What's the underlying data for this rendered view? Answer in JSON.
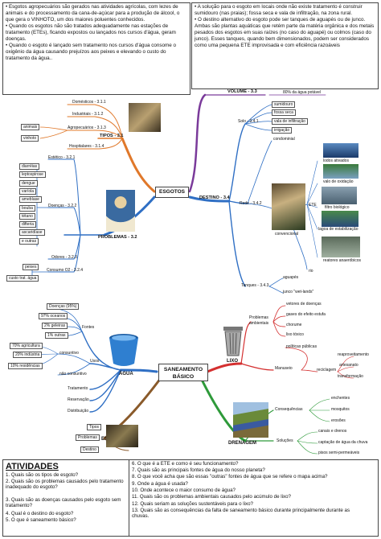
{
  "top_left": [
    "• Esgotos agropecuários são gerados nas atividades agrícolas, com lezes de animais e do processamento da cana-de-açúcar para a produção de álcool, o que gera o VINHOTO, um dos maiores poluentes conhecidos.",
    "• Quando os esgotos não são tratados adequadamente nas estações de tratamento (ETEs), ficando expostos ou lançados nos cursos d'água, geram doenças.",
    "• Quando o esgoto é lançado sem tratamento nos cursos d'água consome o oxigênio da água causando prejuízos aos peixes e elevando o custo do tratamento da água.."
  ],
  "top_right": [
    "• A solução para o esgoto em locais onde não existe tratamento é construir sumidouro (nas praias); fossa seca e vala de infiltração, na zona rural.",
    "• O destino alternativo do esgoto pode ser tanques de aguapés ou de junco. Ambas são plantas aquáticas que retém parte da matéria orgânica e dos metais pesados dos esgotos em suas raízes (no caso do aguapé) ou colmos (caso do junco). Esses tanques, quando bem dimensionados, podem ser considerados como uma pequena ETE improvisada e com eficiência razoáveis"
  ],
  "map1": {
    "center": "ESGOTOS",
    "volume": {
      "label": "VOLUME - 3.3",
      "value": "80% da água potável"
    },
    "tipos": {
      "label": "TIPOS - 3.1",
      "items": [
        "Domésticos - 3.1.1",
        "Industriais - 3.1.2",
        "Agropecuários - 3.1.3",
        "Hospitalares - 3.1.4"
      ],
      "sub": [
        "animais",
        "vinhoto"
      ]
    },
    "problemas": {
      "label": "PROBLEMAS - 3.2",
      "esteticos": "Estético - 3.2.1",
      "doencas": "Doenças - 3.2.2",
      "doencas_list": [
        "diarréias",
        "leptospirose",
        "dengue",
        "varíola",
        "amebíase",
        "bouba",
        "tétano",
        "difteria",
        "ascaridíase",
        "e outras"
      ],
      "odores": "Odores - 3.2.3",
      "consumo": "Consumo O2 - 3.2.4",
      "consumo_sub": [
        "peixes",
        "custo trat. água"
      ]
    },
    "destino": {
      "label": "DESTINO - 3.4",
      "solo": "Solo - 3.4.1",
      "solo_list": [
        "sumidouro",
        "fossa seca",
        "vala de infiltração",
        "irrigação"
      ],
      "condominial": "condominial",
      "rede": "Rede - 3.4.2",
      "ete": "ETE",
      "ete_list": [
        "lodos ativados",
        "valo de oxidação",
        "filtro biológico",
        "lagoa de estabilização",
        "reatores anaeróbicos"
      ],
      "convencional": "convencional",
      "rio": "rio",
      "tanques": "Tanques - 3.4.3",
      "tanques_list": [
        "aguapés",
        "junco \"wet-lands\""
      ]
    }
  },
  "map2": {
    "center": "SANEAMENTO BÁSICO",
    "agua": {
      "label": "ÁGUA",
      "fontes": "Fontes",
      "fontes_list": [
        "Doenças (95%)",
        "97% oceanos",
        "2% geleiras",
        "1% outras"
      ],
      "usos": "Usos",
      "consuntivo": "consuntivo",
      "consuntivo_list": [
        "70% agricultura",
        "20% indústria",
        "10% residências"
      ],
      "nao_consuntivo": "não consuntivo",
      "tratamento": "Tratamento",
      "reservacao": "Reservação",
      "distribuicao": "Distribuição"
    },
    "lixo": {
      "label": "LIXO",
      "problemas": "Problemas ambientais",
      "problemas_list": [
        "vetores de doenças",
        "gases do efeito estufa",
        "chorume",
        "lixo tóxico"
      ],
      "manuseio": "Manuseio",
      "politicas": "políticas públicas",
      "reciclagem": "reciclagem",
      "reciclagem_list": [
        "reaproveitamento",
        "artesanato",
        "transformação"
      ]
    },
    "esgoto": {
      "label": "ESGOTO",
      "items": [
        "Tipos",
        "Problemas",
        "Destino"
      ]
    },
    "drenagem": {
      "label": "DRENAGEM",
      "consequencias": "Consequências",
      "consequencias_list": [
        "enchentes",
        "mosquitos",
        "erosões"
      ],
      "solucoes": "Soluções",
      "solucoes_list": [
        "canais e drenos",
        "captação de água da chuva",
        "pisos semi-permeáveis"
      ]
    }
  },
  "activities": {
    "title": "ATIVIDADES",
    "left": [
      "1. Quais são os tipos de esgoto?",
      "2. Quais são os problemas causados pelo tratamento inadequado do esgoto?",
      "3. Quais são as doenças causados pelo esgoto sem tratamento?",
      "4. Qual é o destino do esgoto?",
      "5. O que é saneamento básico?"
    ],
    "right": [
      "6. O que é a ETE e como é seu funcionamento?",
      "7. Quais são as principais fontes de água do nosso planeta?",
      "8. O que você acha que são essas \"outras\" fontes de água que se refere o mapa acima?",
      "9. Onde a água é usada?",
      "10. Onde acontece o maior consumo de água?",
      "11. Quais são os problemas ambientais causados pelo acúmulo de lixo?",
      "12. Quais seriam as soluções sustentáveis para o lixo?",
      "13. Quais são as consequências da falta de saneamento básico durante principalmente durante as chuvas."
    ]
  },
  "colors": {
    "orange": "#e0782a",
    "green": "#2e9a3a",
    "blue": "#2f6fc4",
    "red": "#d43030",
    "purple": "#7a3a9a",
    "brown": "#8a5a2a"
  }
}
